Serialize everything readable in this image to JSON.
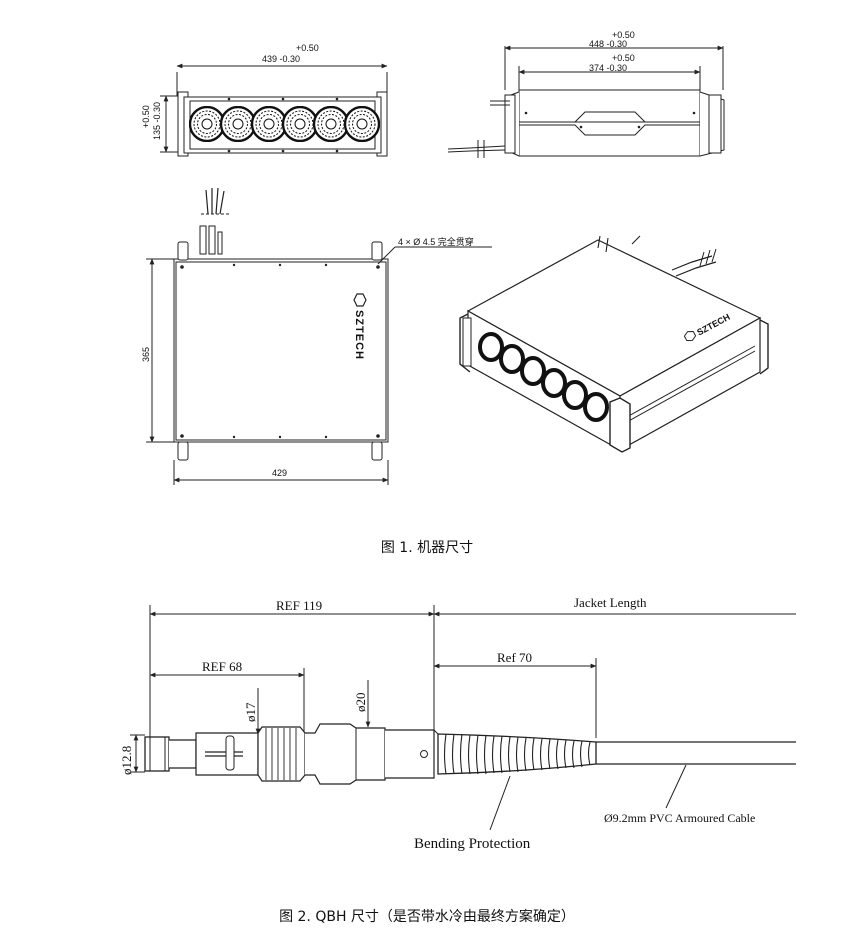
{
  "figure1": {
    "front_view": {
      "width_tol_plus": "+0.50",
      "width_label": "439 -0.30",
      "height_tol_plus": "+0.50",
      "height_label": "135 -0.30"
    },
    "side_view": {
      "outer_tol_plus": "+0.50",
      "outer_label": "448 -0.30",
      "inner_tol_plus": "+0.50",
      "inner_label": "374 -0.30"
    },
    "top_view": {
      "hole_note": "4 × Ø 4.5 完全贯穿",
      "height_label": "365",
      "width_label": "429",
      "logo_text": "SZTECH"
    },
    "iso_view": {
      "logo_text": "SZTECH"
    },
    "caption": "图 1. 机器尺寸"
  },
  "figure2": {
    "ref119": "REF 119",
    "ref68": "REF 68",
    "ref70": "Ref 70",
    "jacket": "Jacket  Length",
    "dia17": "ø17",
    "dia20": "ø20",
    "dia128": "ø12.8",
    "bending": "Bending Protection",
    "cable": "Ø9.2mm PVC Armoured Cable",
    "caption": "图 2. QBH 尺寸（是否带水冷由最终方案确定）"
  },
  "icons": [
    "fan-icon",
    "brand-logo-icon",
    "bolt-hole-icon"
  ]
}
